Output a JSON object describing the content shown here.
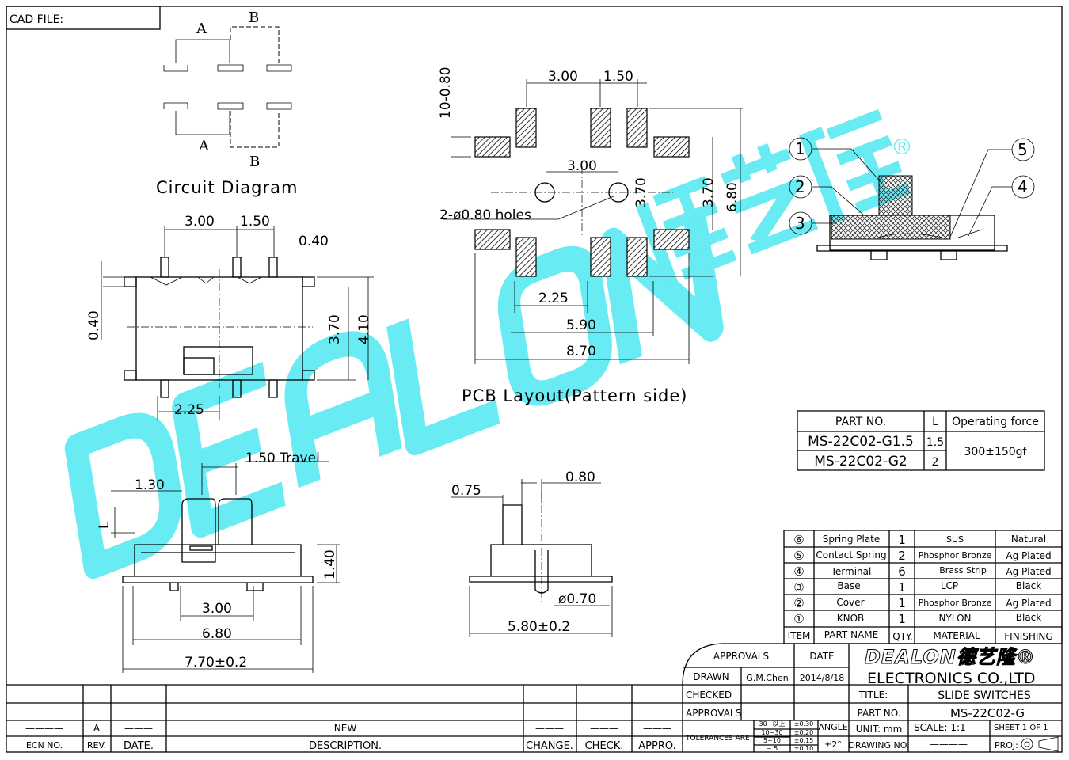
{
  "cad_file_label": "CAD FILE:",
  "circuit": {
    "title": "Circuit Diagram",
    "a": "A",
    "b": "B"
  },
  "top_view": {
    "d1": "3.00",
    "d2": "1.50",
    "d3": "0.40",
    "d4": "0.40",
    "d5": "3.70",
    "d6": "4.10",
    "d7": "2.25"
  },
  "pcb": {
    "title": "PCB Layout(Pattern side)",
    "d1": "3.00",
    "d2": "1.50",
    "d3": "10-0.80",
    "d4": "3.00",
    "holes": "2-ø0.80 holes",
    "d5": "3.70",
    "d6": "3.70",
    "d7": "6.80",
    "d8": "2.25",
    "d9": "5.90",
    "d10": "8.70"
  },
  "section": {
    "callouts": [
      "1",
      "2",
      "3",
      "4",
      "5"
    ],
    "registered": "®"
  },
  "part_table": {
    "headers": [
      "PART NO.",
      "L",
      "Operating force"
    ],
    "rows": [
      {
        "part": "MS-22C02-G1.5",
        "l": "1.5"
      },
      {
        "part": "MS-22C02-G2",
        "l": "2"
      }
    ],
    "force": "300±150gf"
  },
  "side_view": {
    "travel": "1.50 Travel",
    "d1": "1.30",
    "l": "L",
    "d2": "1.40",
    "d3": "3.00",
    "d4": "6.80",
    "d5": "7.70±0.2"
  },
  "end_view": {
    "d1": "0.75",
    "d2": "0.80",
    "d3": "ø0.70",
    "d4": "5.80±0.2"
  },
  "bom": {
    "rows": [
      {
        "item": "⑥",
        "name": "Spring Plate",
        "qty": "1",
        "material": "SUS",
        "finish": "Natural"
      },
      {
        "item": "⑤",
        "name": "Contact Spring",
        "qty": "2",
        "material": "Phosphor Bronze",
        "finish": "Ag Plated"
      },
      {
        "item": "④",
        "name": "Terminal",
        "qty": "6",
        "material": "Brass Strip",
        "finish": "Ag Plated"
      },
      {
        "item": "③",
        "name": "Base",
        "qty": "1",
        "material": "LCP",
        "finish": "Black"
      },
      {
        "item": "②",
        "name": "Cover",
        "qty": "1",
        "material": "Phosphor Bronze",
        "finish": "Ag Plated"
      },
      {
        "item": "①",
        "name": "KNOB",
        "qty": "1",
        "material": "NYLON",
        "finish": "Black"
      }
    ],
    "headers": [
      "ITEM",
      "PART NAME",
      "QTY.",
      "MATERIAL",
      "FINISHING"
    ]
  },
  "title_block": {
    "approvals": "APPROVALS",
    "date": "DATE",
    "drawn": "DRAWN",
    "drawn_by": "G.M.Chen",
    "drawn_date": "2014/8/18",
    "checked": "CHECKED",
    "approvals2": "APPROVALS",
    "logo": "DEALON德艺隆®",
    "company": "ELECTRONICS CO.,LTD",
    "title_label": "TITLE:",
    "title": "SLIDE SWITCHES",
    "part_no_label": "PART NO.",
    "part_no": "MS-22C02-G",
    "tolerances": "TOLERANCES ARE",
    "tol_ranges": [
      "30~以上",
      "10~30",
      "5~10",
      "~ 5"
    ],
    "tol_values": [
      "±0.30",
      "±0.20",
      "±0.15",
      "±0.10"
    ],
    "angle": "ANGLE",
    "angle_tol": "±2°",
    "unit": "UNIT: mm",
    "scale": "SCALE:   1:1",
    "sheet": "SHEET   1  OF  1",
    "drawing_no": "DRAWING NO.",
    "drawing_no_value": "————",
    "proj": "PROJ:"
  },
  "revision": {
    "values": [
      "————",
      "A",
      "———",
      "NEW",
      "———",
      "———",
      "———"
    ],
    "headers": [
      "ECN NO.",
      "REV.",
      "DATE.",
      "DESCRIPTION.",
      "CHANGE.",
      "CHECK.",
      "APPRO."
    ]
  },
  "watermark": {
    "text": "DEALON德艺隆",
    "color": "#4de8f0"
  }
}
